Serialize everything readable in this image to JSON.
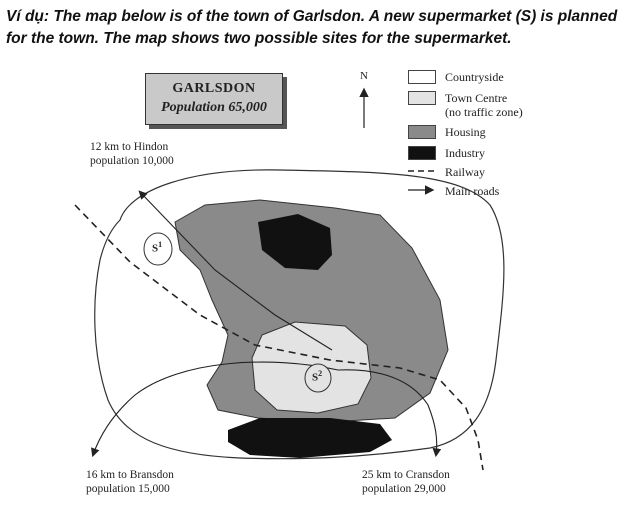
{
  "intro": {
    "prefix": "Ví dụ:",
    "text": "The map below is of the town of Garlsdon. A new supermarket (S) is planned for the town. The map shows two possible sites for the supermarket."
  },
  "map": {
    "title": "GARLSDON",
    "population": "Population 65,000",
    "north": "N",
    "legend": [
      {
        "label": "Countryside",
        "swatch": "#ffffff"
      },
      {
        "label": "Town Centre",
        "sublabel": "(no traffic zone)",
        "swatch": "#e3e3e3"
      },
      {
        "label": "Housing",
        "swatch": "#8a8a8a"
      },
      {
        "label": "Industry",
        "swatch": "#111111"
      },
      {
        "label": "Railway",
        "swatch": "dashed-line"
      },
      {
        "label": "Main roads",
        "swatch": "arrow-line"
      }
    ],
    "destinations": {
      "hindon": {
        "line1": "12 km to Hindon",
        "line2": "population 10,000"
      },
      "bransdon": {
        "line1": "16 km to Bransdon",
        "line2": "population 15,000"
      },
      "cransdon": {
        "line1": "25 km to Cransdon",
        "line2": "population 29,000"
      }
    },
    "sites": [
      {
        "label": "S",
        "sup": "1"
      },
      {
        "label": "S",
        "sup": "2"
      }
    ],
    "colors": {
      "countryside": "#ffffff",
      "town_centre": "#e3e3e3",
      "housing": "#8a8a8a",
      "industry": "#111111"
    }
  }
}
